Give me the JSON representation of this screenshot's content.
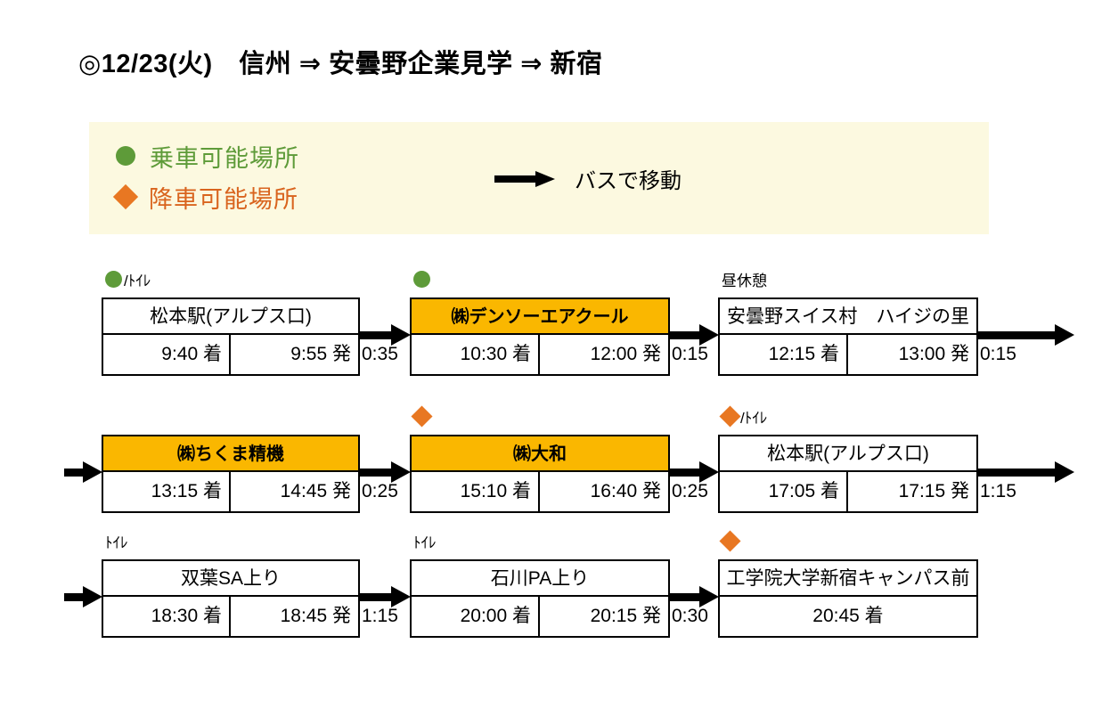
{
  "title": "◎12/23(火)　信州 ⇒ 安曇野企業見学 ⇒ 新宿",
  "legend": {
    "background_color": "#FCF9E0",
    "board": {
      "marker": "green-circle-icon",
      "label": "乗車可能場所",
      "color": "#5E9B39"
    },
    "alight": {
      "marker": "orange-diamond-icon",
      "label": "降車可能場所",
      "color": "#D9641E"
    },
    "move": {
      "marker": "right-arrow-icon",
      "label": "バスで移動"
    }
  },
  "highlight_color": "#FAB700",
  "rows": [
    {
      "lead_in_arrow": false,
      "stops": [
        {
          "marker_type": "green-circle",
          "marker_text": "/ﾄｲﾚ",
          "name": "松本駅(アルプス口)",
          "highlight": false,
          "arrive": "9:40 着",
          "depart": "9:55 発"
        },
        {
          "marker_type": "green-circle",
          "marker_text": "",
          "name": "㈱デンソーエアクール",
          "highlight": true,
          "arrive": "10:30 着",
          "depart": "12:00 発"
        },
        {
          "marker_type": "none",
          "marker_text": "昼休憩",
          "name": "安曇野スイス村　ハイジの里",
          "highlight": false,
          "arrive": "12:15 着",
          "depart": "13:00 発"
        }
      ],
      "durations": [
        "0:35",
        "0:15"
      ],
      "tail_duration": "0:15"
    },
    {
      "lead_in_arrow": true,
      "stops": [
        {
          "marker_type": "none",
          "marker_text": "",
          "name": "㈱ちくま精機",
          "highlight": true,
          "arrive": "13:15 着",
          "depart": "14:45 発"
        },
        {
          "marker_type": "orange-diamond",
          "marker_text": "",
          "name": "㈱大和",
          "highlight": true,
          "arrive": "15:10 着",
          "depart": "16:40 発"
        },
        {
          "marker_type": "orange-diamond",
          "marker_text": "/ﾄｲﾚ",
          "name": "松本駅(アルプス口)",
          "highlight": false,
          "arrive": "17:05 着",
          "depart": "17:15 発"
        }
      ],
      "durations": [
        "0:25",
        "0:25"
      ],
      "tail_duration": "1:15"
    },
    {
      "lead_in_arrow": true,
      "stops": [
        {
          "marker_type": "none",
          "marker_text": "ﾄｲﾚ",
          "name": "双葉SA上り",
          "highlight": false,
          "arrive": "18:30 着",
          "depart": "18:45 発"
        },
        {
          "marker_type": "none",
          "marker_text": "ﾄｲﾚ",
          "name": "石川PA上り",
          "highlight": false,
          "arrive": "20:00 着",
          "depart": "20:15 発"
        },
        {
          "marker_type": "orange-diamond",
          "marker_text": "",
          "name": "工学院大学新宿キャンパス前",
          "highlight": false,
          "arrive": "20:45 着",
          "depart": null
        }
      ],
      "durations": [
        "1:15",
        "0:30"
      ],
      "tail_duration": null
    }
  ]
}
